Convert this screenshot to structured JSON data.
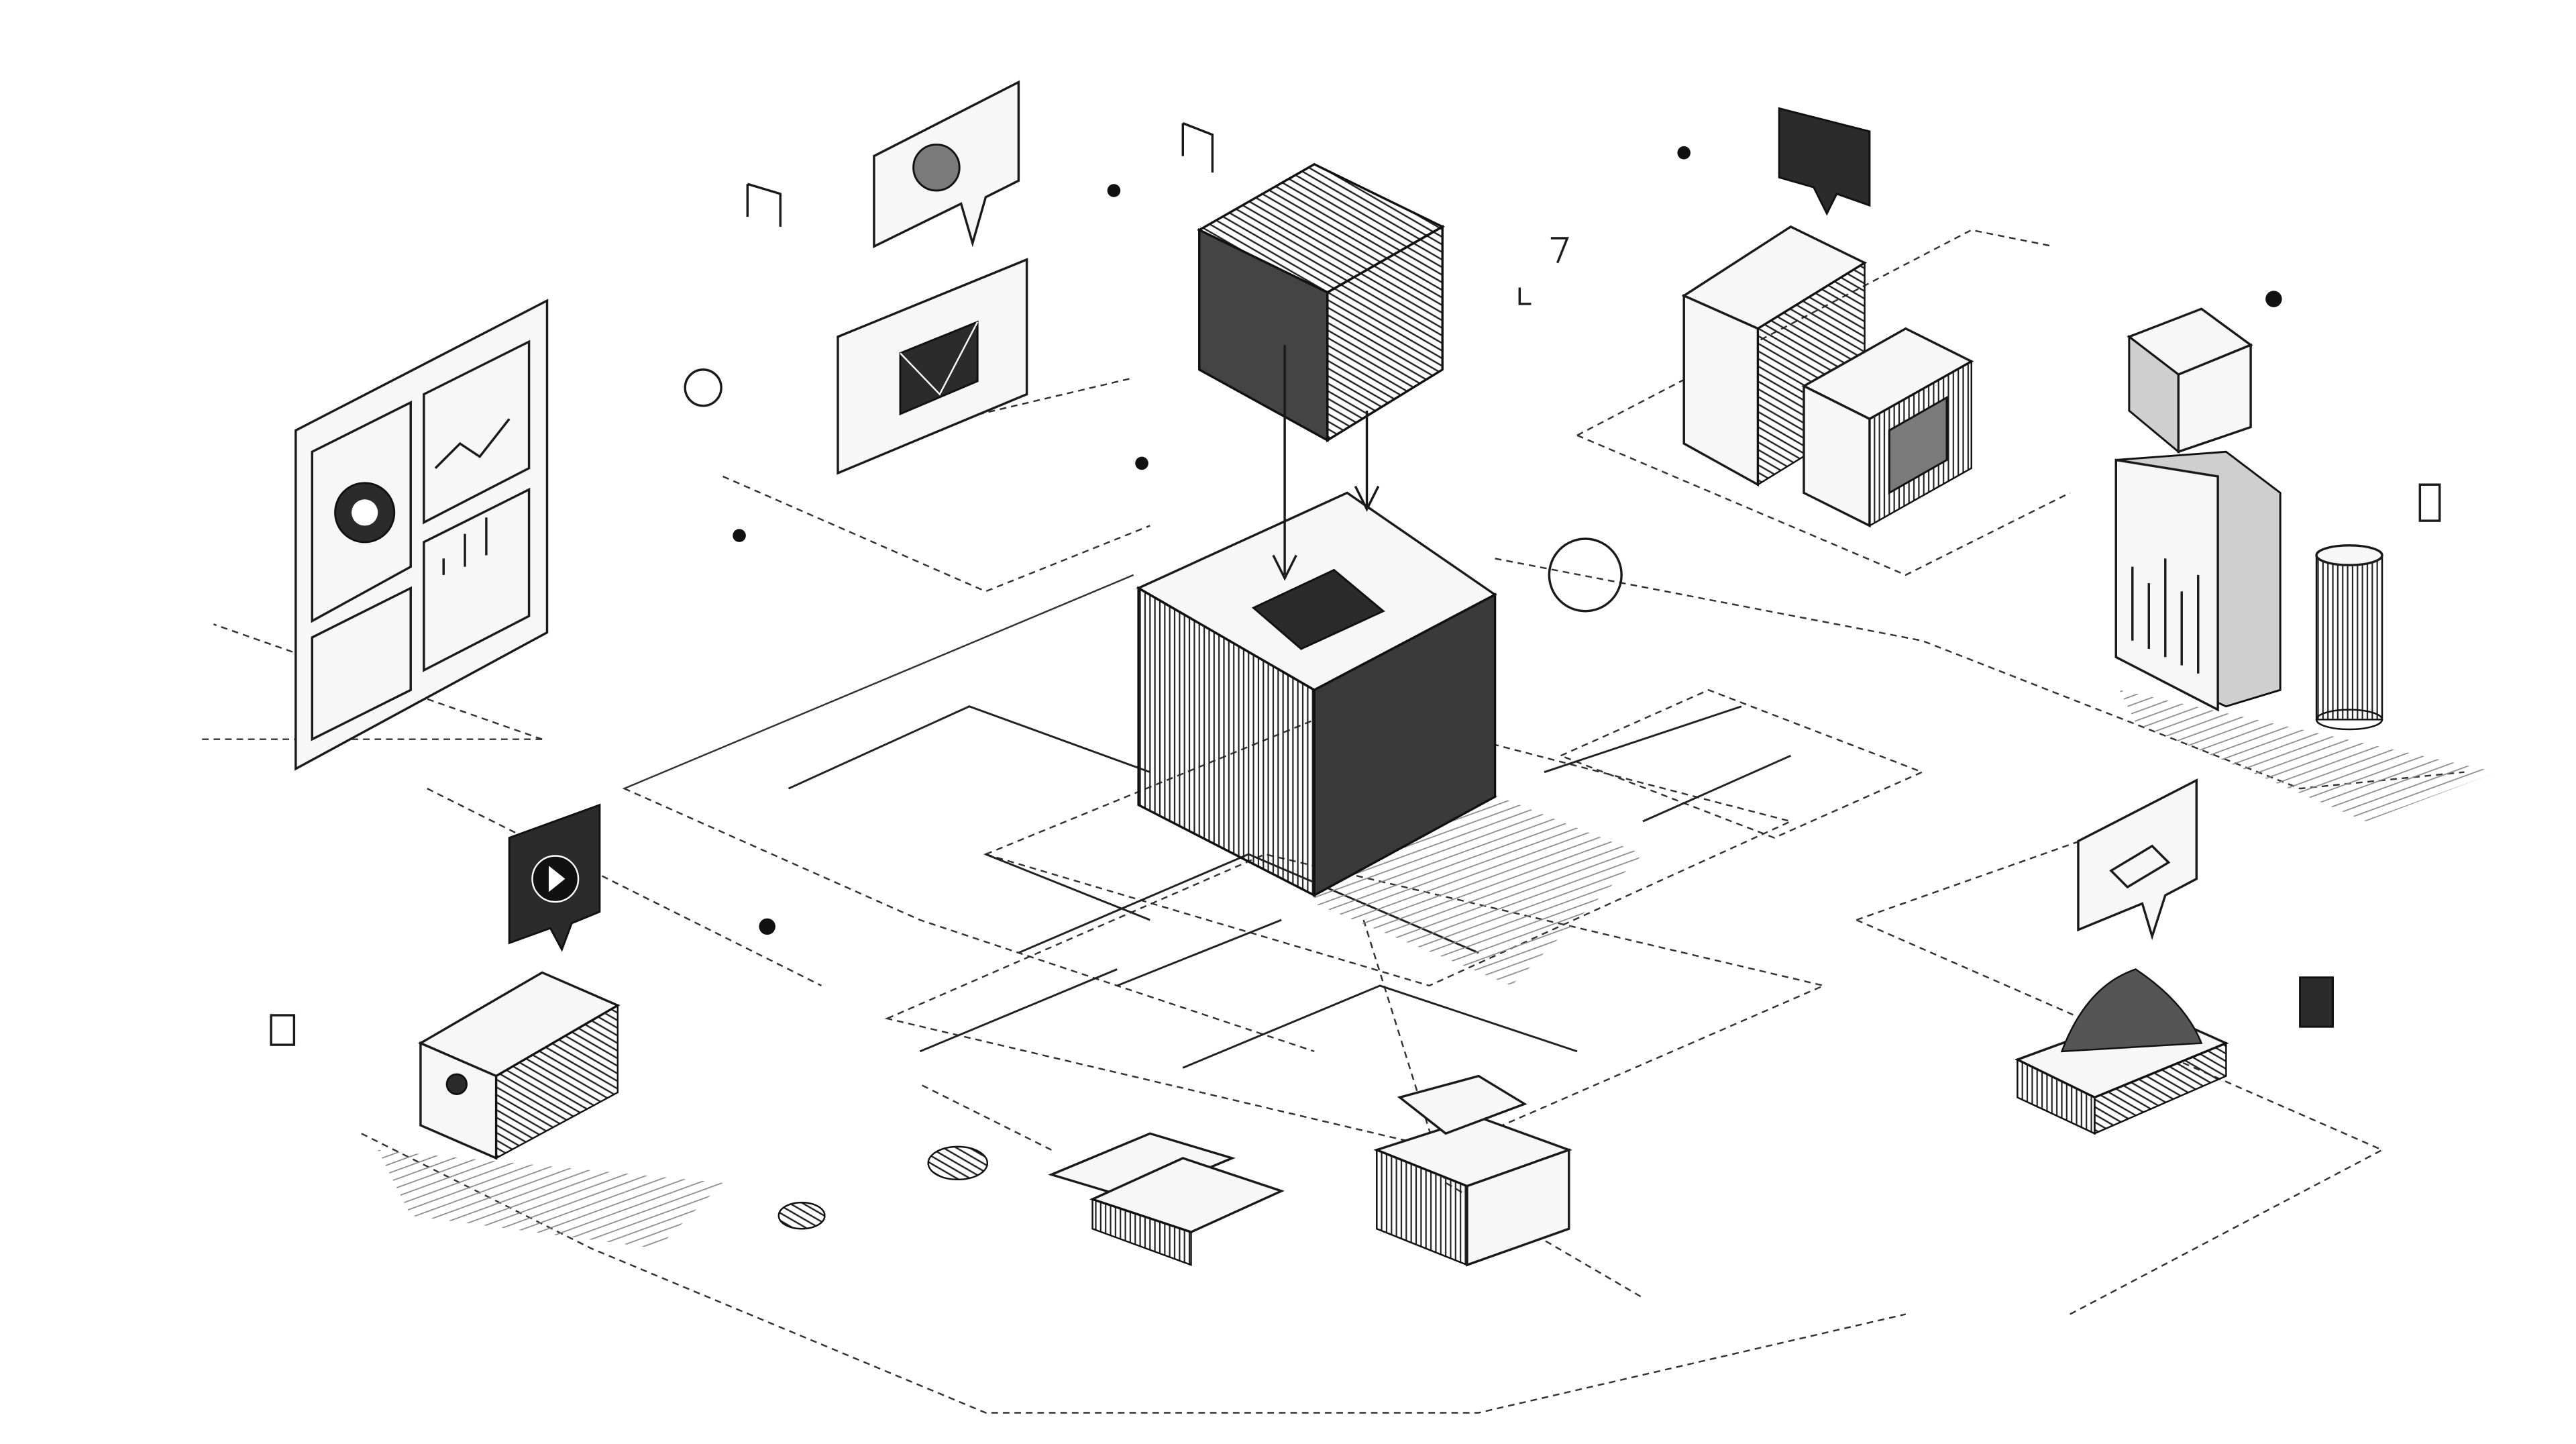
{
  "illustration": {
    "style": "hand-drawn isometric pencil sketch",
    "colors": {
      "background": "#ffffff",
      "ink": "#1a1a1a",
      "shade": "#7a7a7a"
    },
    "elements": [
      "central-open-box",
      "floating-cube",
      "down-arrow-icon",
      "dashboard-panel",
      "chat-bubble-chart-icon",
      "image-frame-icon",
      "server-tower",
      "server-cabinet",
      "hard-drive-icon",
      "document-chart-stack",
      "coin-stack-icon",
      "chat-bubble-play-icon",
      "user-badge-box",
      "chat-bubble-link-icon",
      "hill-platform",
      "package-boxes",
      "open-crate"
    ]
  }
}
